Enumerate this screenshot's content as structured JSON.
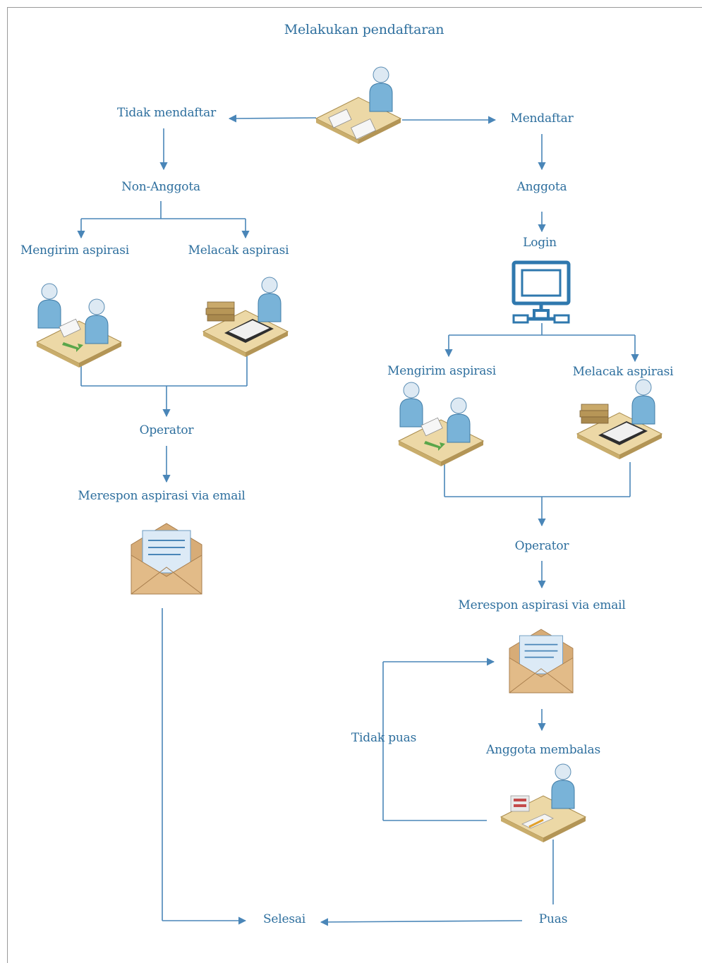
{
  "title": "Melakukan pendaftaran",
  "left": {
    "branch_label": "Tidak mendaftar",
    "role": "Non-Anggota",
    "send_label": "Mengirim aspirasi",
    "track_label": "Melacak aspirasi",
    "operator": "Operator",
    "response": "Merespon aspirasi via email"
  },
  "right": {
    "branch_label": "Mendaftar",
    "role": "Anggota",
    "login": "Login",
    "send_label": "Mengirim aspirasi",
    "track_label": "Melacak aspirasi",
    "operator": "Operator",
    "response": "Merespon aspirasi via email",
    "reply": "Anggota membalas",
    "not_satisfied": "Tidak puas",
    "satisfied": "Puas"
  },
  "end": "Selesai",
  "colors": {
    "line": "#4a86b8",
    "text": "#2e6f9e",
    "person": "#6fa8d0",
    "desk": "#e2cc96",
    "envelope": "#d4aa78"
  },
  "icons": {
    "register": "person-at-desk-icon",
    "send": "two-people-exchange-icon",
    "track": "person-with-books-icon",
    "login": "computer-monitor-icon",
    "email": "envelope-icon",
    "reply": "person-writing-reply-icon"
  }
}
